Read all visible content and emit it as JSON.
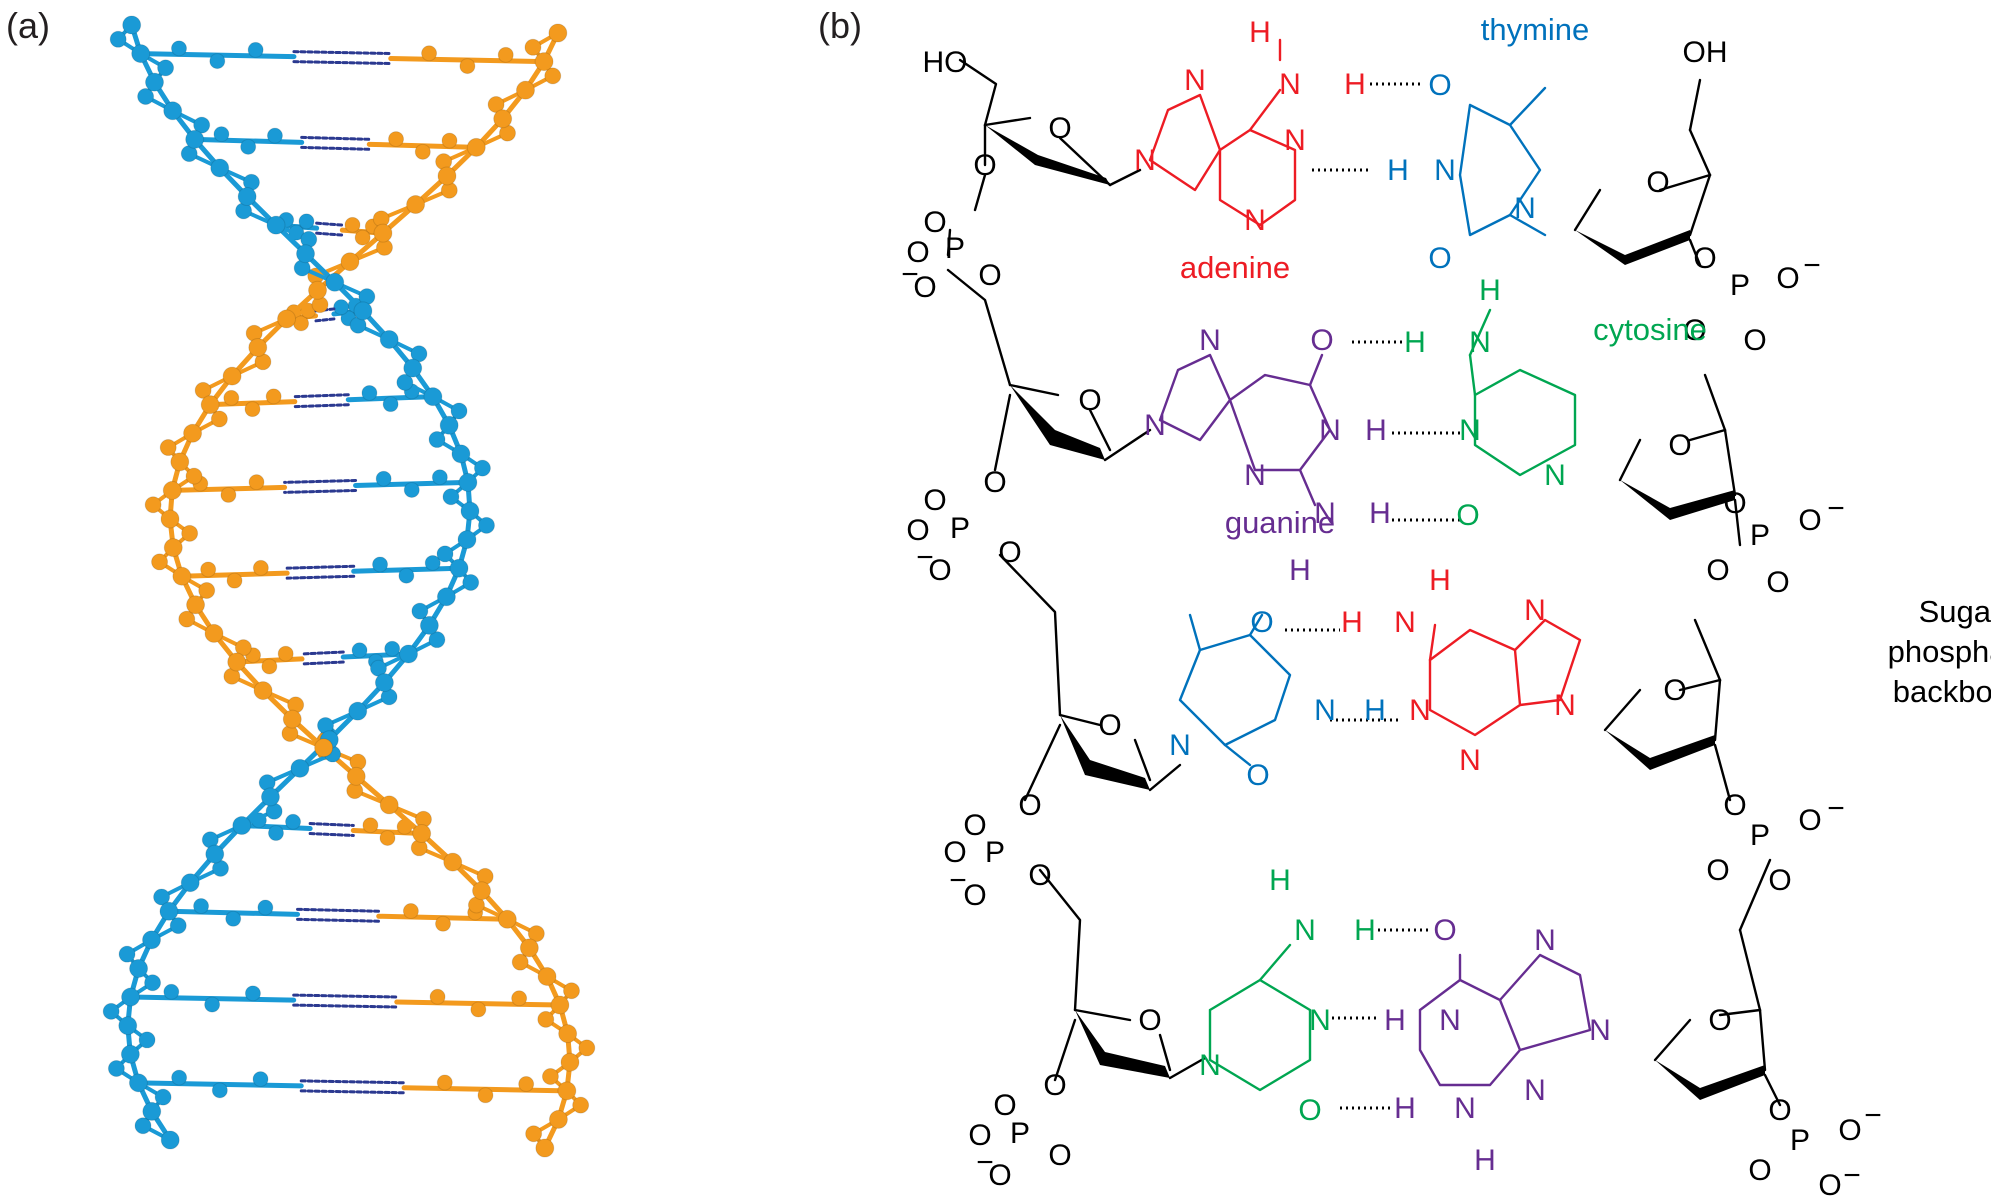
{
  "panels": {
    "a": "(a)",
    "b": "(b)"
  },
  "colors": {
    "strand_blue": "#1a9ad6",
    "strand_orange": "#f39a1e",
    "hbond_navy": "#2b3990",
    "adenine": "#ed1c24",
    "thymine": "#0072bc",
    "guanine": "#662d91",
    "cytosine": "#00a651",
    "backbone": "#000000"
  },
  "icons": [
    "dna-double-helix-ball-and-stick"
  ],
  "labels": {
    "adenine": "adenine",
    "thymine": "thymine",
    "cytosine": "cytosine",
    "guanine": "guanine",
    "backbone_1": "Sugar",
    "backbone_2": "phosphate",
    "backbone_3": "backbone"
  },
  "atoms": {
    "HO": "HO",
    "OH": "OH",
    "O": "O",
    "N": "N",
    "H": "H",
    "P": "P",
    "O_minus": "O",
    "minus": "−"
  }
}
